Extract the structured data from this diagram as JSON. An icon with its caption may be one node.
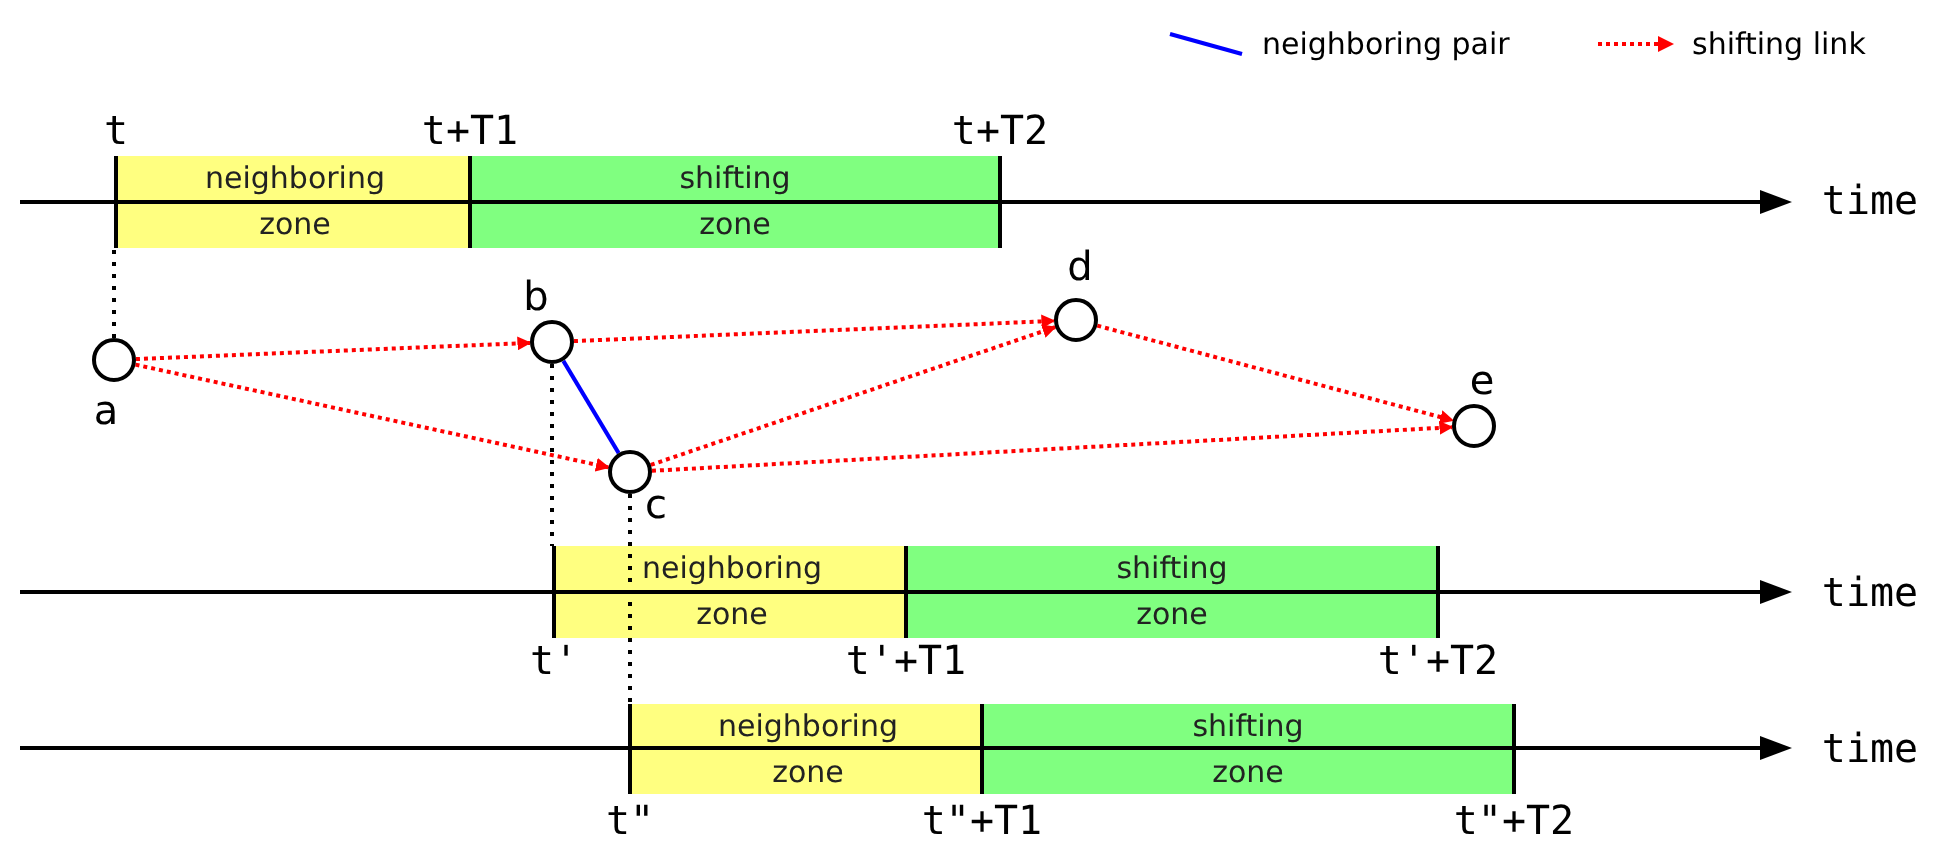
{
  "diagram": {
    "nodes": [
      {
        "text": [
          "neighboring zone"
        ]
      },
      {
        "text": [
          "shifting zone"
        ]
      },
      {
        "text": [],
        "shape": "circle",
        "beside": [
          "a"
        ]
      },
      {
        "text": [],
        "shape": "circle",
        "beside": [
          "b"
        ]
      },
      {
        "text": [],
        "shape": "circle",
        "beside": [
          "c"
        ]
      },
      {
        "text": [],
        "shape": "circle",
        "beside": [
          "d"
        ]
      },
      {
        "text": [],
        "shape": "circle",
        "beside": [
          "e"
        ]
      },
      {
        "text": [
          "neighboring zone"
        ]
      },
      {
        "text": [
          "shifting zone"
        ]
      },
      {
        "text": [
          "neighboring zone"
        ]
      },
      {
        "text": [
          "shifting zone"
        ]
      }
    ],
    "edges": [
      {
        "from": 2,
        "to": 3,
        "arrow": "to",
        "style": "dashed"
      },
      {
        "from": 2,
        "to": 4,
        "arrow": "to",
        "style": "dashed"
      },
      {
        "from": 3,
        "to": 5,
        "arrow": "to",
        "style": "dashed"
      },
      {
        "from": 3,
        "to": 4,
        "arrow": "none",
        "color": "#0000ff"
      },
      {
        "from": 4,
        "to": 5,
        "arrow": "to",
        "style": "dashed"
      },
      {
        "from": 4,
        "to": 6,
        "arrow": "to",
        "style": "dashed"
      },
      {
        "from": 5,
        "to": 6,
        "arrow": "to",
        "style": "dashed"
      },
      {
        "from": 2,
        "to": 0,
        "arrow": "none",
        "style": "dashed",
        "color": "#000000"
      },
      {
        "from": 3,
        "to": 7,
        "arrow": "none",
        "style": "dashed",
        "color": "#000000"
      },
      {
        "from": 4,
        "to": 9,
        "arrow": "none",
        "style": "dashed",
        "color": "#000000"
      }
    ],
    "labels": [
      "t",
      "t+T1",
      "t+T2",
      "time",
      "time",
      "t'",
      "t'+T1",
      "t'+T2",
      "time",
      "t\"",
      "t\"+T1",
      "t\"+T2"
    ],
    "legend": [
      {
        "text": "neighboring pair"
      },
      {
        "text": "shifting link"
      }
    ]
  }
}
